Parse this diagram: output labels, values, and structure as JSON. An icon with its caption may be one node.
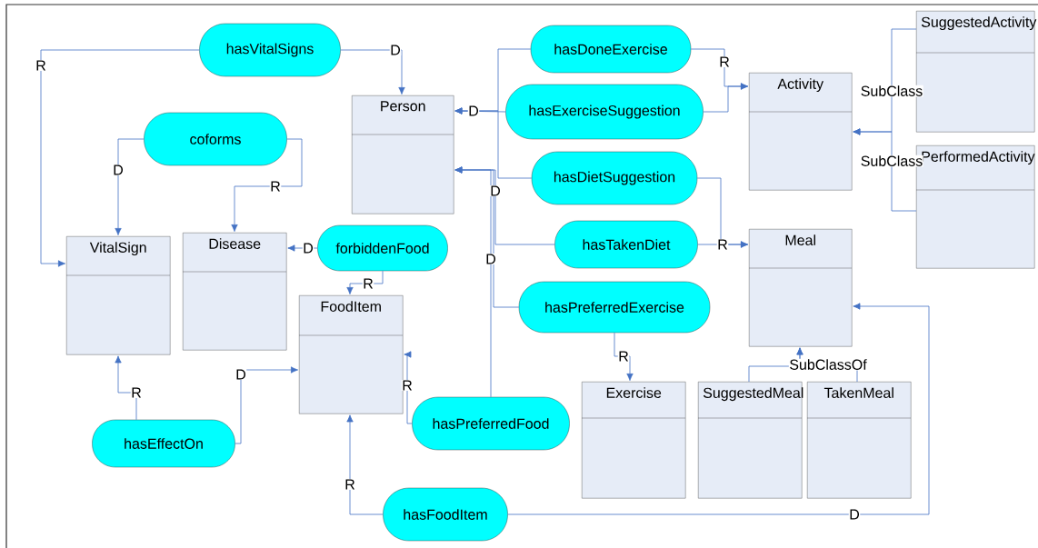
{
  "diagram": {
    "nodes": [
      {
        "text": [
          "hasVitalSigns"
        ]
      },
      {
        "text": [
          "hasDoneExercise"
        ]
      },
      {
        "text": [
          "SuggestedActivity"
        ]
      },
      {
        "text": [
          "Activity"
        ]
      },
      {
        "text": [
          "Person"
        ]
      },
      {
        "text": [
          "hasExerciseSuggestion"
        ]
      },
      {
        "text": [
          "coforms"
        ]
      },
      {
        "text": [
          "PerformedActivity"
        ]
      },
      {
        "text": [
          "hasDietSuggestion"
        ]
      },
      {
        "text": [
          "VitalSign"
        ]
      },
      {
        "text": [
          "Disease"
        ]
      },
      {
        "text": [
          "forbiddenFood"
        ]
      },
      {
        "text": [
          "hasTakenDiet"
        ]
      },
      {
        "text": [
          "Meal"
        ]
      },
      {
        "text": [
          "FoodItem"
        ]
      },
      {
        "text": [
          "hasPreferredExercise"
        ]
      },
      {
        "text": [
          "Exercise"
        ]
      },
      {
        "text": [
          "SuggestedMeal"
        ]
      },
      {
        "text": [
          "TakenMeal"
        ]
      },
      {
        "text": [
          "hasPreferredFood"
        ]
      },
      {
        "text": [
          "hasEffectOn"
        ]
      },
      {
        "text": [
          "hasFoodItem"
        ]
      }
    ],
    "edges": [
      {
        "from": 0,
        "to": 4,
        "arrow": "to",
        "label": "D"
      },
      {
        "from": 0,
        "to": 9,
        "arrow": "to",
        "label": "R"
      },
      {
        "from": 6,
        "to": 9,
        "arrow": "to",
        "label": "D"
      },
      {
        "from": 6,
        "to": 10,
        "arrow": "to",
        "label": "R"
      },
      {
        "from": 11,
        "to": 10,
        "arrow": "to",
        "label": "D"
      },
      {
        "from": 11,
        "to": 14,
        "arrow": "to",
        "label": "R"
      },
      {
        "from": 20,
        "to": 9,
        "arrow": "to",
        "label": "R"
      },
      {
        "from": 20,
        "to": 14,
        "arrow": "to",
        "label": "D"
      },
      {
        "from": 19,
        "to": 14,
        "arrow": "to",
        "label": "R"
      },
      {
        "from": 19,
        "to": 4,
        "arrow": "to",
        "label": "D"
      },
      {
        "from": 1,
        "to": 4,
        "arrow": "to"
      },
      {
        "from": 5,
        "to": 4,
        "arrow": "to",
        "label": "D"
      },
      {
        "from": 8,
        "to": 4,
        "arrow": "to"
      },
      {
        "from": 12,
        "to": 4,
        "arrow": "to",
        "label": "D"
      },
      {
        "from": 15,
        "to": 4,
        "arrow": "to"
      },
      {
        "from": 1,
        "to": 3,
        "arrow": "to",
        "label": "R"
      },
      {
        "from": 5,
        "to": 3,
        "arrow": "to"
      },
      {
        "from": 8,
        "to": 13,
        "arrow": "to"
      },
      {
        "from": 12,
        "to": 13,
        "arrow": "to",
        "label": "R"
      },
      {
        "from": 15,
        "to": 16,
        "arrow": "to",
        "label": "R"
      },
      {
        "from": 2,
        "to": 3,
        "arrow": "to",
        "label": "SubClass"
      },
      {
        "from": 7,
        "to": 3,
        "arrow": "to",
        "label": "SubClass"
      },
      {
        "from": 17,
        "to": 13,
        "arrow": "to",
        "label": "SubClassOf"
      },
      {
        "from": 18,
        "to": 13,
        "arrow": "to"
      },
      {
        "from": 21,
        "to": 14,
        "arrow": "to",
        "label": "R"
      },
      {
        "from": 21,
        "to": 13,
        "arrow": "to",
        "label": "D"
      }
    ]
  }
}
